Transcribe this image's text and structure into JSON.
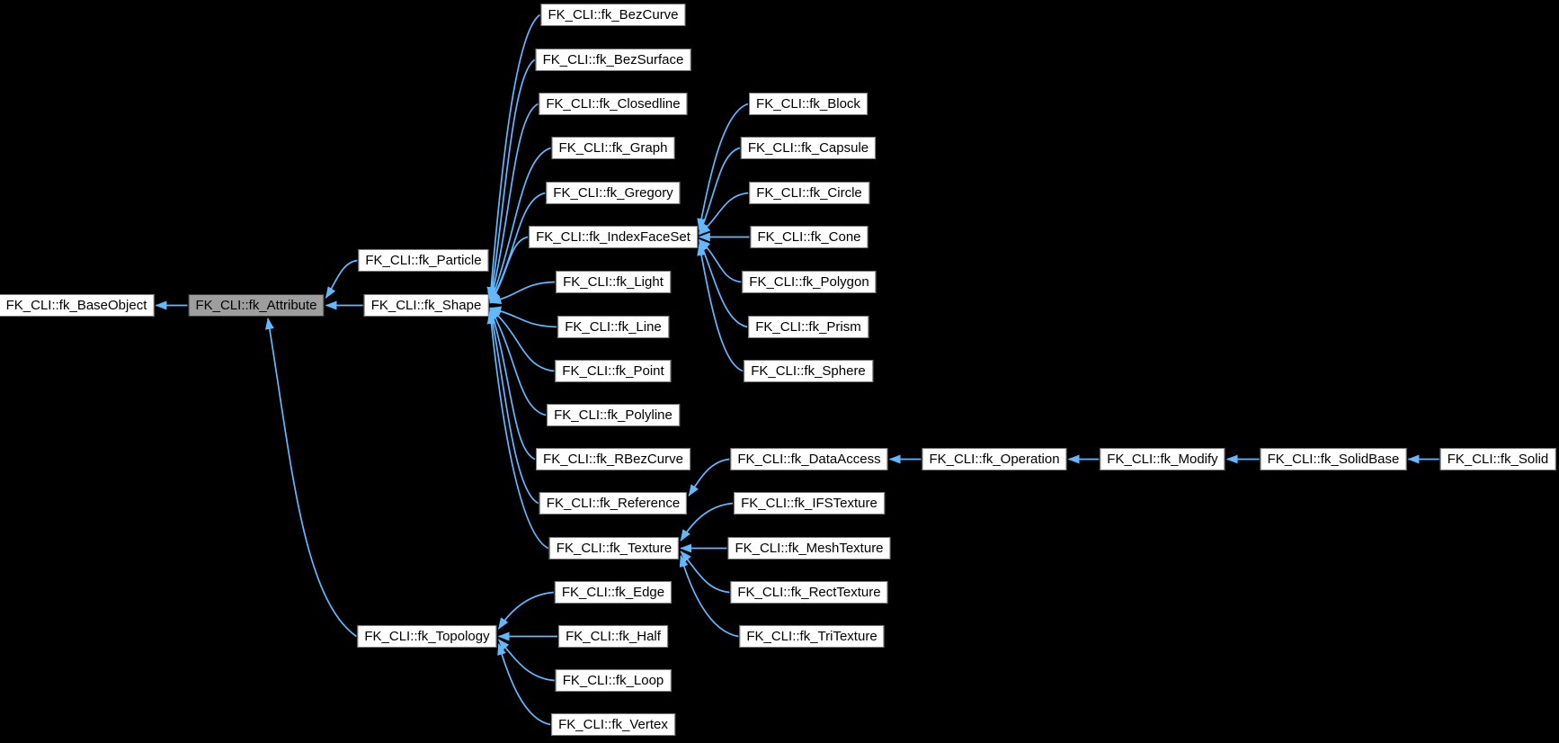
{
  "diagram_type": "class-inheritance-graph",
  "colors": {
    "background": "#000000",
    "box_fill": "#ffffff",
    "box_border": "#7a7a7a",
    "highlight_fill": "#9e9e9e",
    "highlight_border": "#383838",
    "text": "#000000",
    "arrow": "#63b8ff"
  },
  "nodes": [
    {
      "id": "fk_BaseObject",
      "label": "FK_CLI::fk_BaseObject",
      "highlighted": false
    },
    {
      "id": "fk_Attribute",
      "label": "FK_CLI::fk_Attribute",
      "highlighted": true
    },
    {
      "id": "fk_Particle",
      "label": "FK_CLI::fk_Particle",
      "highlighted": false
    },
    {
      "id": "fk_Shape",
      "label": "FK_CLI::fk_Shape",
      "highlighted": false
    },
    {
      "id": "fk_BezCurve",
      "label": "FK_CLI::fk_BezCurve",
      "highlighted": false
    },
    {
      "id": "fk_BezSurface",
      "label": "FK_CLI::fk_BezSurface",
      "highlighted": false
    },
    {
      "id": "fk_Closedline",
      "label": "FK_CLI::fk_Closedline",
      "highlighted": false
    },
    {
      "id": "fk_Graph",
      "label": "FK_CLI::fk_Graph",
      "highlighted": false
    },
    {
      "id": "fk_Gregory",
      "label": "FK_CLI::fk_Gregory",
      "highlighted": false
    },
    {
      "id": "fk_IndexFaceSet",
      "label": "FK_CLI::fk_IndexFaceSet",
      "highlighted": false
    },
    {
      "id": "fk_Light",
      "label": "FK_CLI::fk_Light",
      "highlighted": false
    },
    {
      "id": "fk_Line",
      "label": "FK_CLI::fk_Line",
      "highlighted": false
    },
    {
      "id": "fk_Point",
      "label": "FK_CLI::fk_Point",
      "highlighted": false
    },
    {
      "id": "fk_Polyline",
      "label": "FK_CLI::fk_Polyline",
      "highlighted": false
    },
    {
      "id": "fk_RBezCurve",
      "label": "FK_CLI::fk_RBezCurve",
      "highlighted": false
    },
    {
      "id": "fk_Reference",
      "label": "FK_CLI::fk_Reference",
      "highlighted": false
    },
    {
      "id": "fk_Texture",
      "label": "FK_CLI::fk_Texture",
      "highlighted": false
    },
    {
      "id": "fk_Block",
      "label": "FK_CLI::fk_Block",
      "highlighted": false
    },
    {
      "id": "fk_Capsule",
      "label": "FK_CLI::fk_Capsule",
      "highlighted": false
    },
    {
      "id": "fk_Circle",
      "label": "FK_CLI::fk_Circle",
      "highlighted": false
    },
    {
      "id": "fk_Cone",
      "label": "FK_CLI::fk_Cone",
      "highlighted": false
    },
    {
      "id": "fk_Polygon",
      "label": "FK_CLI::fk_Polygon",
      "highlighted": false
    },
    {
      "id": "fk_Prism",
      "label": "FK_CLI::fk_Prism",
      "highlighted": false
    },
    {
      "id": "fk_Sphere",
      "label": "FK_CLI::fk_Sphere",
      "highlighted": false
    },
    {
      "id": "fk_DataAccess",
      "label": "FK_CLI::fk_DataAccess",
      "highlighted": false
    },
    {
      "id": "fk_Operation",
      "label": "FK_CLI::fk_Operation",
      "highlighted": false
    },
    {
      "id": "fk_Modify",
      "label": "FK_CLI::fk_Modify",
      "highlighted": false
    },
    {
      "id": "fk_SolidBase",
      "label": "FK_CLI::fk_SolidBase",
      "highlighted": false
    },
    {
      "id": "fk_Solid",
      "label": "FK_CLI::fk_Solid",
      "highlighted": false
    },
    {
      "id": "fk_IFSTexture",
      "label": "FK_CLI::fk_IFSTexture",
      "highlighted": false
    },
    {
      "id": "fk_MeshTexture",
      "label": "FK_CLI::fk_MeshTexture",
      "highlighted": false
    },
    {
      "id": "fk_RectTexture",
      "label": "FK_CLI::fk_RectTexture",
      "highlighted": false
    },
    {
      "id": "fk_TriTexture",
      "label": "FK_CLI::fk_TriTexture",
      "highlighted": false
    },
    {
      "id": "fk_Topology",
      "label": "FK_CLI::fk_Topology",
      "highlighted": false
    },
    {
      "id": "fk_Edge",
      "label": "FK_CLI::fk_Edge",
      "highlighted": false
    },
    {
      "id": "fk_Half",
      "label": "FK_CLI::fk_Half",
      "highlighted": false
    },
    {
      "id": "fk_Loop",
      "label": "FK_CLI::fk_Loop",
      "highlighted": false
    },
    {
      "id": "fk_Vertex",
      "label": "FK_CLI::fk_Vertex",
      "highlighted": false
    }
  ],
  "edges": [
    {
      "from": "fk_Attribute",
      "to": "fk_BaseObject"
    },
    {
      "from": "fk_Particle",
      "to": "fk_Attribute"
    },
    {
      "from": "fk_Shape",
      "to": "fk_Attribute"
    },
    {
      "from": "fk_Topology",
      "to": "fk_Attribute",
      "side": "bottom"
    },
    {
      "from": "fk_BezCurve",
      "to": "fk_Shape"
    },
    {
      "from": "fk_BezSurface",
      "to": "fk_Shape"
    },
    {
      "from": "fk_Closedline",
      "to": "fk_Shape"
    },
    {
      "from": "fk_Graph",
      "to": "fk_Shape"
    },
    {
      "from": "fk_Gregory",
      "to": "fk_Shape"
    },
    {
      "from": "fk_IndexFaceSet",
      "to": "fk_Shape"
    },
    {
      "from": "fk_Light",
      "to": "fk_Shape"
    },
    {
      "from": "fk_Line",
      "to": "fk_Shape"
    },
    {
      "from": "fk_Point",
      "to": "fk_Shape"
    },
    {
      "from": "fk_Polyline",
      "to": "fk_Shape"
    },
    {
      "from": "fk_RBezCurve",
      "to": "fk_Shape"
    },
    {
      "from": "fk_Reference",
      "to": "fk_Shape"
    },
    {
      "from": "fk_Texture",
      "to": "fk_Shape"
    },
    {
      "from": "fk_Block",
      "to": "fk_IndexFaceSet"
    },
    {
      "from": "fk_Capsule",
      "to": "fk_IndexFaceSet"
    },
    {
      "from": "fk_Circle",
      "to": "fk_IndexFaceSet"
    },
    {
      "from": "fk_Cone",
      "to": "fk_IndexFaceSet"
    },
    {
      "from": "fk_Polygon",
      "to": "fk_IndexFaceSet"
    },
    {
      "from": "fk_Prism",
      "to": "fk_IndexFaceSet"
    },
    {
      "from": "fk_Sphere",
      "to": "fk_IndexFaceSet"
    },
    {
      "from": "fk_DataAccess",
      "to": "fk_Reference"
    },
    {
      "from": "fk_Operation",
      "to": "fk_DataAccess"
    },
    {
      "from": "fk_Modify",
      "to": "fk_Operation"
    },
    {
      "from": "fk_SolidBase",
      "to": "fk_Modify"
    },
    {
      "from": "fk_Solid",
      "to": "fk_SolidBase"
    },
    {
      "from": "fk_IFSTexture",
      "to": "fk_Texture"
    },
    {
      "from": "fk_MeshTexture",
      "to": "fk_Texture"
    },
    {
      "from": "fk_RectTexture",
      "to": "fk_Texture"
    },
    {
      "from": "fk_TriTexture",
      "to": "fk_Texture"
    },
    {
      "from": "fk_Edge",
      "to": "fk_Topology"
    },
    {
      "from": "fk_Half",
      "to": "fk_Topology"
    },
    {
      "from": "fk_Loop",
      "to": "fk_Topology"
    },
    {
      "from": "fk_Vertex",
      "to": "fk_Topology"
    }
  ]
}
